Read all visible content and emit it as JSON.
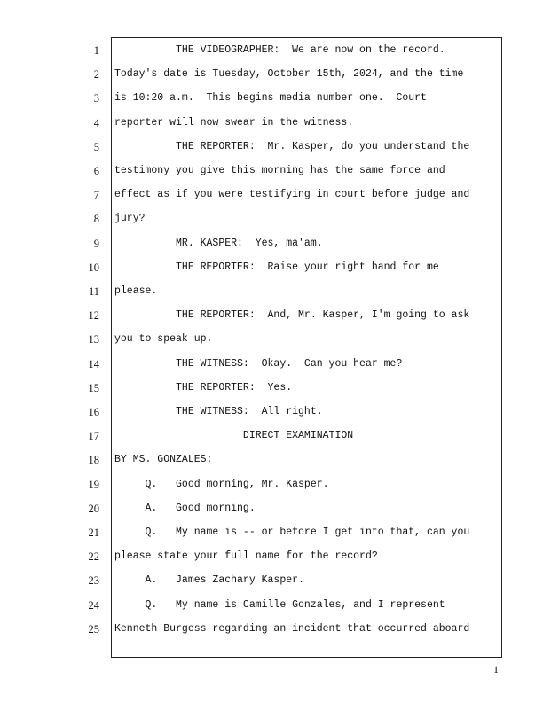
{
  "transcript": {
    "lines": [
      {
        "num": "1",
        "text": "          THE VIDEOGRAPHER:  We are now on the record."
      },
      {
        "num": "2",
        "text": "Today's date is Tuesday, October 15th, 2024, and the time"
      },
      {
        "num": "3",
        "text": "is 10:20 a.m.  This begins media number one.  Court"
      },
      {
        "num": "4",
        "text": "reporter will now swear in the witness."
      },
      {
        "num": "5",
        "text": "          THE REPORTER:  Mr. Kasper, do you understand the"
      },
      {
        "num": "6",
        "text": "testimony you give this morning has the same force and"
      },
      {
        "num": "7",
        "text": "effect as if you were testifying in court before judge and"
      },
      {
        "num": "8",
        "text": "jury?"
      },
      {
        "num": "9",
        "text": "          MR. KASPER:  Yes, ma'am."
      },
      {
        "num": "10",
        "text": "          THE REPORTER:  Raise your right hand for me"
      },
      {
        "num": "11",
        "text": "please."
      },
      {
        "num": "12",
        "text": "          THE REPORTER:  And, Mr. Kasper, I'm going to ask"
      },
      {
        "num": "13",
        "text": "you to speak up."
      },
      {
        "num": "14",
        "text": "          THE WITNESS:  Okay.  Can you hear me?"
      },
      {
        "num": "15",
        "text": "          THE REPORTER:  Yes."
      },
      {
        "num": "16",
        "text": "          THE WITNESS:  All right."
      },
      {
        "num": "17",
        "text": "                     DIRECT EXAMINATION"
      },
      {
        "num": "18",
        "text": "BY MS. GONZALES:"
      },
      {
        "num": "19",
        "text": "     Q.   Good morning, Mr. Kasper."
      },
      {
        "num": "20",
        "text": "     A.   Good morning."
      },
      {
        "num": "21",
        "text": "     Q.   My name is -- or before I get into that, can you"
      },
      {
        "num": "22",
        "text": "please state your full name for the record?"
      },
      {
        "num": "23",
        "text": "     A.   James Zachary Kasper."
      },
      {
        "num": "24",
        "text": "     Q.   My name is Camille Gonzales, and I represent"
      },
      {
        "num": "25",
        "text": "Kenneth Burgess regarding an incident that occurred aboard"
      }
    ],
    "page_number": "1"
  }
}
